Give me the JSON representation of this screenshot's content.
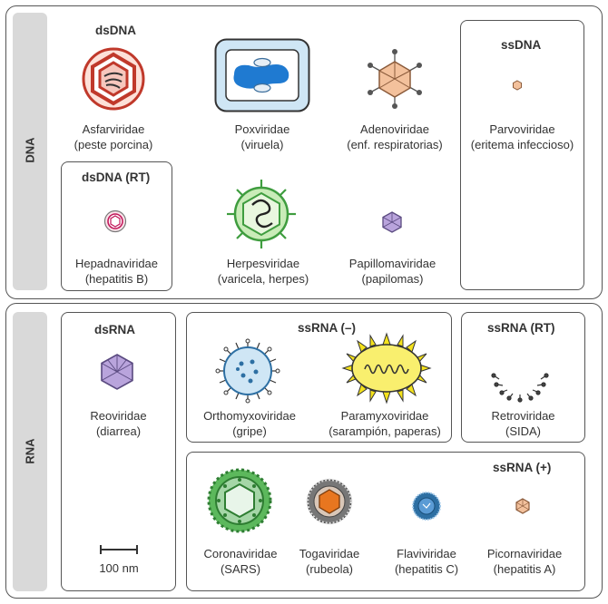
{
  "sections": {
    "dna": {
      "label": "DNA"
    },
    "rna": {
      "label": "RNA"
    }
  },
  "groups": {
    "dsdna": "dsDNA",
    "dsdna_rt": "dsDNA (RT)",
    "ssdna": "ssDNA",
    "dsrna": "dsRNA",
    "ssrna_neg": "ssRNA (–)",
    "ssrna_rt": "ssRNA (RT)",
    "ssrna_pos": "ssRNA (+)"
  },
  "viruses": {
    "asfarviridae": {
      "name": "Asfarviridae",
      "disease": "(peste porcina)"
    },
    "poxviridae": {
      "name": "Poxviridae",
      "disease": "(viruela)"
    },
    "adenoviridae": {
      "name": "Adenoviridae",
      "disease": "(enf. respiratorias)"
    },
    "parvoviridae": {
      "name": "Parvoviridae",
      "disease": "(eritema infeccioso)"
    },
    "hepadnaviridae": {
      "name": "Hepadnaviridae",
      "disease": "(hepatitis B)"
    },
    "herpesviridae": {
      "name": "Herpesviridae",
      "disease": "(varicela, herpes)"
    },
    "papillomaviridae": {
      "name": "Papillomaviridae",
      "disease": "(papilomas)"
    },
    "reoviridae": {
      "name": "Reoviridae",
      "disease": "(diarrea)"
    },
    "orthomyxoviridae": {
      "name": "Orthomyxoviridae",
      "disease": "(gripe)"
    },
    "paramyxoviridae": {
      "name": "Paramyxoviridae",
      "disease": "(sarampión, paperas)"
    },
    "retroviridae": {
      "name": "Retroviridae",
      "disease": "(SIDA)"
    },
    "coronaviridae": {
      "name": "Coronaviridae",
      "disease": "(SARS)"
    },
    "togaviridae": {
      "name": "Togaviridae",
      "disease": "(rubeola)"
    },
    "flaviviridae": {
      "name": "Flaviviridae",
      "disease": "(hepatitis C)"
    },
    "picornaviridae": {
      "name": "Picornaviridae",
      "disease": "(hepatitis A)"
    }
  },
  "scale_bar": {
    "label": "100 nm"
  }
}
